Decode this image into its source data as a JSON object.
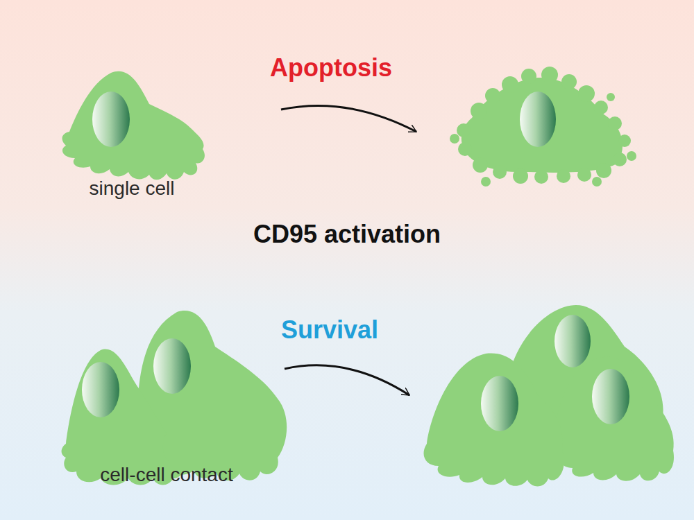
{
  "diagram": {
    "labels": [
      "Apoptosis",
      "single cell",
      "CD95 activation",
      "Survival",
      "cell-cell contact"
    ]
  }
}
